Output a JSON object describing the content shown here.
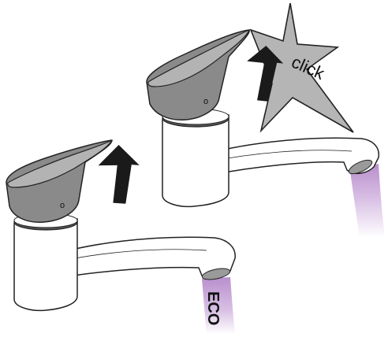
{
  "illustration": {
    "star_label": "click",
    "eco_label": "ECO",
    "lever_marks": [
      "o",
      "o"
    ]
  },
  "colors": {
    "lever_gray": "#8a8a8a",
    "lever_top": "#b3b3b3",
    "star_fill": "#b5b5b5",
    "arrow_fill": "#1a1a1a",
    "stream_purple": "#c9a6d9",
    "outline": "#222222",
    "background": "#ffffff"
  }
}
